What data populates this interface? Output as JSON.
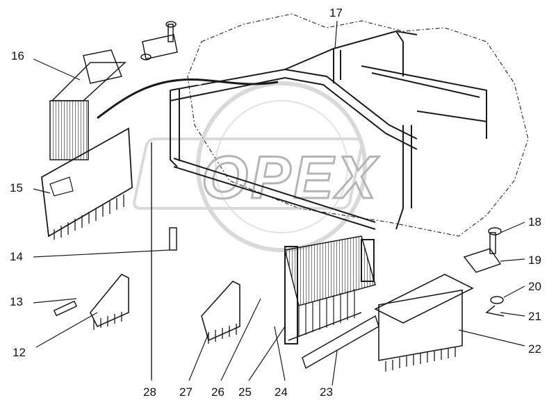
{
  "watermark": {
    "text": "OPEX",
    "color": "#c8c8c8"
  },
  "colors": {
    "ink": "#1a1a1a",
    "shade": "#cfcfcf",
    "background": "#ffffff"
  },
  "callouts": {
    "c12": "12",
    "c13": "13",
    "c14": "14",
    "c15": "15",
    "c16": "16",
    "c17": "17",
    "c18": "18",
    "c19": "19",
    "c20": "20",
    "c21": "21",
    "c22": "22",
    "c23": "23",
    "c24": "24",
    "c25": "25",
    "c26": "26",
    "c27": "27",
    "c28": "28"
  }
}
